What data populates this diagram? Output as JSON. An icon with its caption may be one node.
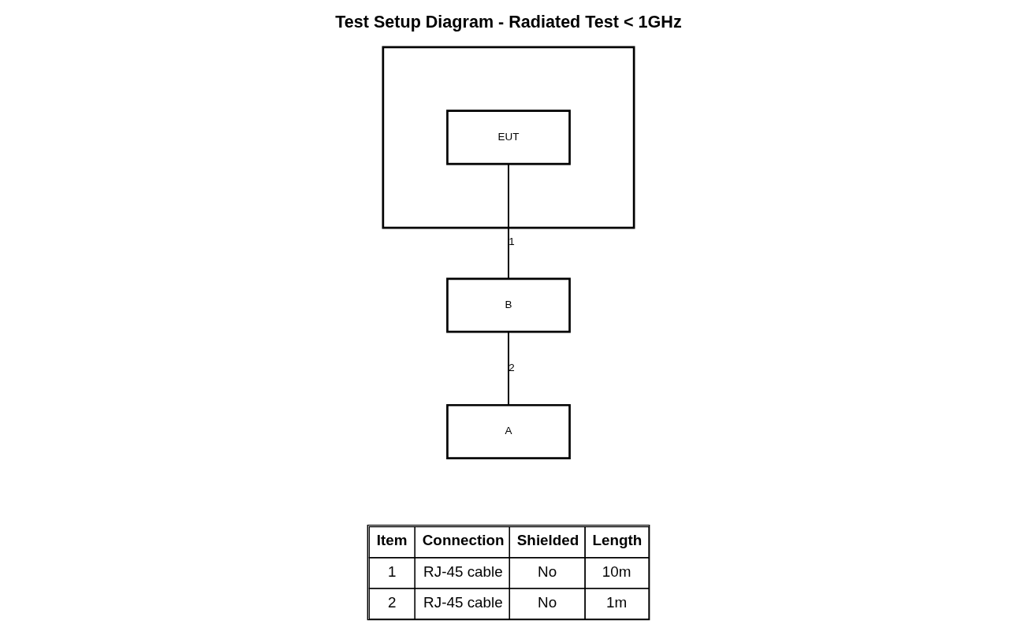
{
  "diagram": {
    "title": "Test Setup Diagram - Radiated Test < 1GHz",
    "nodes": [
      {
        "text": [],
        "shape": "box"
      },
      {
        "text": [
          "EUT"
        ],
        "in": 0
      },
      {
        "text": [
          "B"
        ]
      },
      {
        "text": [
          "A"
        ]
      }
    ],
    "edges": [
      {
        "from": 1,
        "to": 2,
        "arrow": "none",
        "label": "1"
      },
      {
        "from": 2,
        "to": 3,
        "arrow": "none",
        "label": "2"
      }
    ],
    "labels": [
      "Item",
      "Connection",
      "Shielded",
      "Length",
      "1",
      "RJ-45 cable",
      "No",
      "10m",
      "2",
      "RJ-45 cable",
      "No",
      "1m"
    ]
  }
}
